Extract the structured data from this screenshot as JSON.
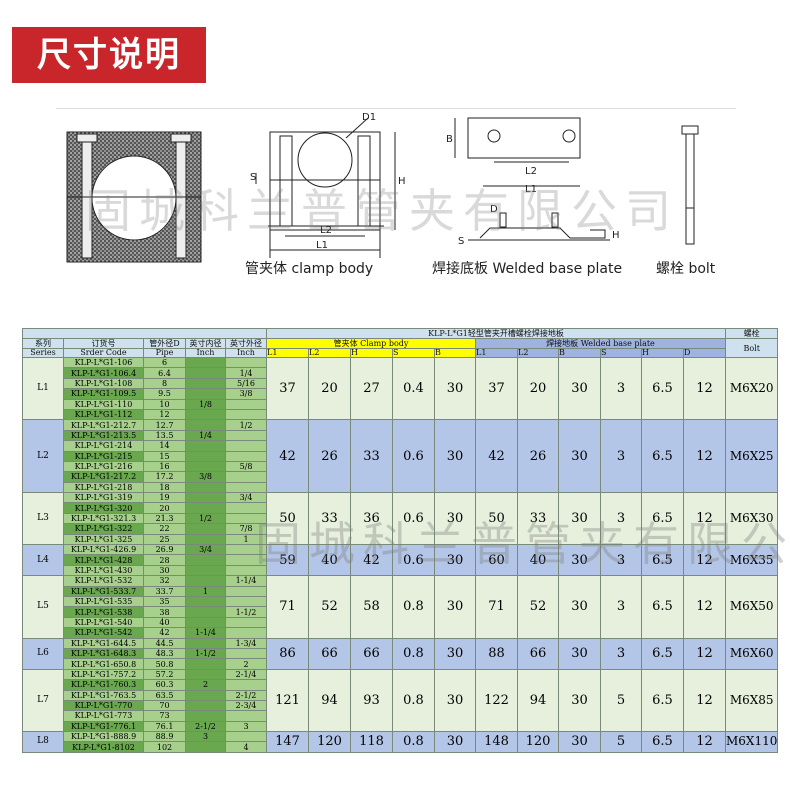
{
  "banner": {
    "title": "尺寸说明"
  },
  "watermark": "固城科兰普管夹有限公司",
  "diagram": {
    "captions": {
      "clamp_body": "管夹体 clamp body",
      "base_plate": "焊接底板 Welded base plate",
      "bolt": "螺栓 bolt"
    },
    "labels": {
      "D1": "D1",
      "S": "S",
      "H": "H",
      "L2": "L2",
      "L1": "L1",
      "B": "B",
      "D": "D"
    }
  },
  "table": {
    "title": "KLP-L*G1轻型管夹开槽螺栓焊接地板",
    "clamp_body_header": "管夹体 Clamp body",
    "base_plate_header": "焊接地板 Welded base plate",
    "bolt_header": "螺栓",
    "bolt_header_en": "Bolt",
    "cols": {
      "series": "系列",
      "series_en": "Series",
      "code": "订货号",
      "code_en": "Srder Code",
      "pipe": "管外径D",
      "pipe_en": "Pipe",
      "inch_in": "英寸内径",
      "inch_in_en": "Inch",
      "inch_out": "英寸外径",
      "inch_out_en": "Inch"
    },
    "sub_clamp": [
      "L1",
      "L2",
      "H",
      "S",
      "B"
    ],
    "sub_plate": [
      "L1",
      "L2",
      "B",
      "S",
      "H",
      "D"
    ],
    "groups": [
      {
        "series": "L1",
        "dims": [
          "37",
          "20",
          "27",
          "0.4",
          "30",
          "37",
          "20",
          "30",
          "3",
          "6.5",
          "12"
        ],
        "bolt": "M6X20",
        "rows": [
          [
            "KLP-L*G1-106",
            "6",
            "",
            ""
          ],
          [
            "KLP-L*G1-106.4",
            "6.4",
            "",
            "1/4"
          ],
          [
            "KLP-L*G1-108",
            "8",
            "",
            "5/16"
          ],
          [
            "KLP-L*G1-109.5",
            "9.5",
            "",
            "3/8"
          ],
          [
            "KLP-L*G1-110",
            "10",
            "1/8",
            ""
          ],
          [
            "KLP-L*G1-112",
            "12",
            "",
            ""
          ]
        ]
      },
      {
        "series": "L2",
        "dims": [
          "42",
          "26",
          "33",
          "0.6",
          "30",
          "42",
          "26",
          "30",
          "3",
          "6.5",
          "12"
        ],
        "bolt": "M6X25",
        "rows": [
          [
            "KLP-L*G1-212.7",
            "12.7",
            "",
            "1/2"
          ],
          [
            "KLP-L*G1-213.5",
            "13.5",
            "1/4",
            ""
          ],
          [
            "KLP-L*G1-214",
            "14",
            "",
            ""
          ],
          [
            "KLP-L*G1-215",
            "15",
            "",
            ""
          ],
          [
            "KLP-L*G1-216",
            "16",
            "",
            "5/8"
          ],
          [
            "KLP-L*G1-217.2",
            "17.2",
            "3/8",
            ""
          ],
          [
            "KLP-L*G1-218",
            "18",
            "",
            ""
          ]
        ]
      },
      {
        "series": "L3",
        "dims": [
          "50",
          "33",
          "36",
          "0.6",
          "30",
          "50",
          "33",
          "30",
          "3",
          "6.5",
          "12"
        ],
        "bolt": "M6X30",
        "rows": [
          [
            "KLP-L*G1-319",
            "19",
            "",
            "3/4"
          ],
          [
            "KLP-L*G1-320",
            "20",
            "",
            ""
          ],
          [
            "KLP-L*G1-321.3",
            "21.3",
            "1/2",
            ""
          ],
          [
            "KLP-L*G1-322",
            "22",
            "",
            "7/8"
          ],
          [
            "KLP-L*G1-325",
            "25",
            "",
            "1"
          ]
        ]
      },
      {
        "series": "L4",
        "dims": [
          "59",
          "40",
          "42",
          "0.6",
          "30",
          "60",
          "40",
          "30",
          "3",
          "6.5",
          "12"
        ],
        "bolt": "M6X35",
        "rows": [
          [
            "KLP-L*G1-426.9",
            "26.9",
            "3/4",
            ""
          ],
          [
            "KLP-L*G1-428",
            "28",
            "",
            ""
          ],
          [
            "KLP-L*G1-430",
            "30",
            "",
            ""
          ]
        ]
      },
      {
        "series": "L5",
        "dims": [
          "71",
          "52",
          "58",
          "0.8",
          "30",
          "71",
          "52",
          "30",
          "3",
          "6.5",
          "12"
        ],
        "bolt": "M6X50",
        "rows": [
          [
            "KLP-L*G1-532",
            "32",
            "",
            "1-1/4"
          ],
          [
            "KLP-L*G1-533.7",
            "33.7",
            "1",
            ""
          ],
          [
            "KLP-L*G1-535",
            "35",
            "",
            ""
          ],
          [
            "KLP-L*G1-538",
            "38",
            "",
            "1-1/2"
          ],
          [
            "KLP-L*G1-540",
            "40",
            "",
            ""
          ],
          [
            "KLP-L*G1-542",
            "42",
            "1-1/4",
            ""
          ]
        ]
      },
      {
        "series": "L6",
        "dims": [
          "86",
          "66",
          "66",
          "0.8",
          "30",
          "88",
          "66",
          "30",
          "3",
          "6.5",
          "12"
        ],
        "bolt": "M6X60",
        "rows": [
          [
            "KLP-L*G1-644.5",
            "44.5",
            "",
            "1-3/4"
          ],
          [
            "KLP-L*G1-648.3",
            "48.3",
            "1-1/2",
            ""
          ],
          [
            "KLP-L*G1-650.8",
            "50.8",
            "",
            "2"
          ]
        ]
      },
      {
        "series": "L7",
        "dims": [
          "121",
          "94",
          "93",
          "0.8",
          "30",
          "122",
          "94",
          "30",
          "5",
          "6.5",
          "12"
        ],
        "bolt": "M6X85",
        "rows": [
          [
            "KLP-L*G1-757.2",
            "57.2",
            "",
            "2-1/4"
          ],
          [
            "KLP-L*G1-760.3",
            "60.3",
            "2",
            ""
          ],
          [
            "KLP-L*G1-763.5",
            "63.5",
            "",
            "2-1/2"
          ],
          [
            "KLP-L*G1-770",
            "70",
            "",
            "2-3/4"
          ],
          [
            "KLP-L*G1-773",
            "73",
            "",
            ""
          ],
          [
            "KLP-L*G1-776.1",
            "76.1",
            "2-1/2",
            "3"
          ]
        ]
      },
      {
        "series": "L8",
        "dims": [
          "147",
          "120",
          "118",
          "0.8",
          "30",
          "148",
          "120",
          "30",
          "5",
          "6.5",
          "12"
        ],
        "bolt": "M6X110",
        "rows": [
          [
            "KLP-L*G1-888.9",
            "88.9",
            "3",
            ""
          ],
          [
            "KLP-L*G1-8102",
            "102",
            "",
            "4"
          ]
        ]
      }
    ]
  }
}
